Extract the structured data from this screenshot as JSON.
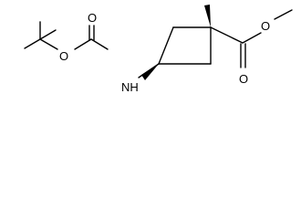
{
  "molecule": {
    "atoms": {
      "ester_carbonyl_o": "O",
      "ester_ether_o": "O",
      "nh": "NH",
      "boc_carbonyl_o": "O",
      "boc_ether_o": "O"
    },
    "colors": {
      "bond": "#000000",
      "text": "#000000",
      "background": "#ffffff"
    }
  }
}
